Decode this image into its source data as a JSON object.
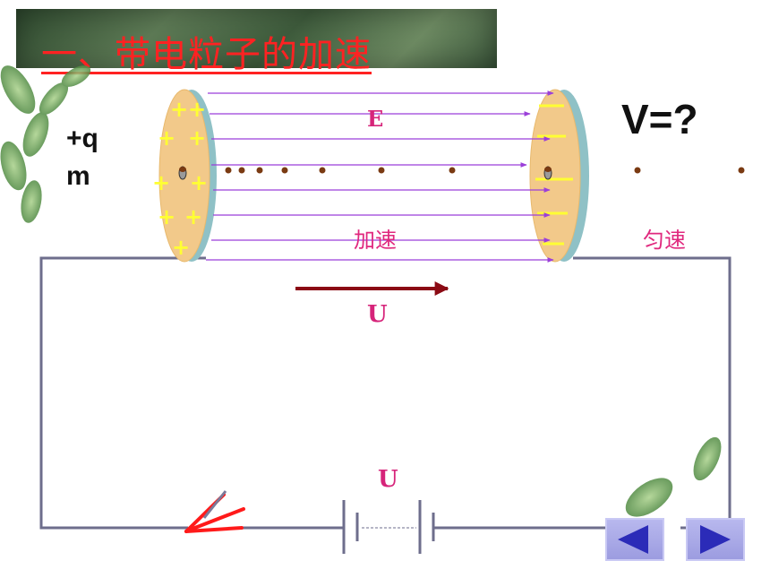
{
  "title": "一、带电粒子的加速",
  "labels": {
    "charge": "+q",
    "mass": "m",
    "field": "E",
    "accelerate": "加速",
    "uniform": "匀速",
    "velocity_question": "V=?",
    "voltage_arrow": "U",
    "battery_voltage": "U"
  },
  "nav": {
    "prev_icon": "triangle-left-icon",
    "next_icon": "triangle-right-icon"
  },
  "colors": {
    "title_text": "#ff2222",
    "field_lines": "#9b3fd9",
    "plate": "#f2c98a",
    "plus_sign": "#ffff33",
    "label_pink": "#e0287e",
    "voltage_arrow": "#8b0a14",
    "circuit_wire": "#6e6e8c",
    "switch": "#ff1a1a",
    "nav_button": "#a8a8e8"
  }
}
